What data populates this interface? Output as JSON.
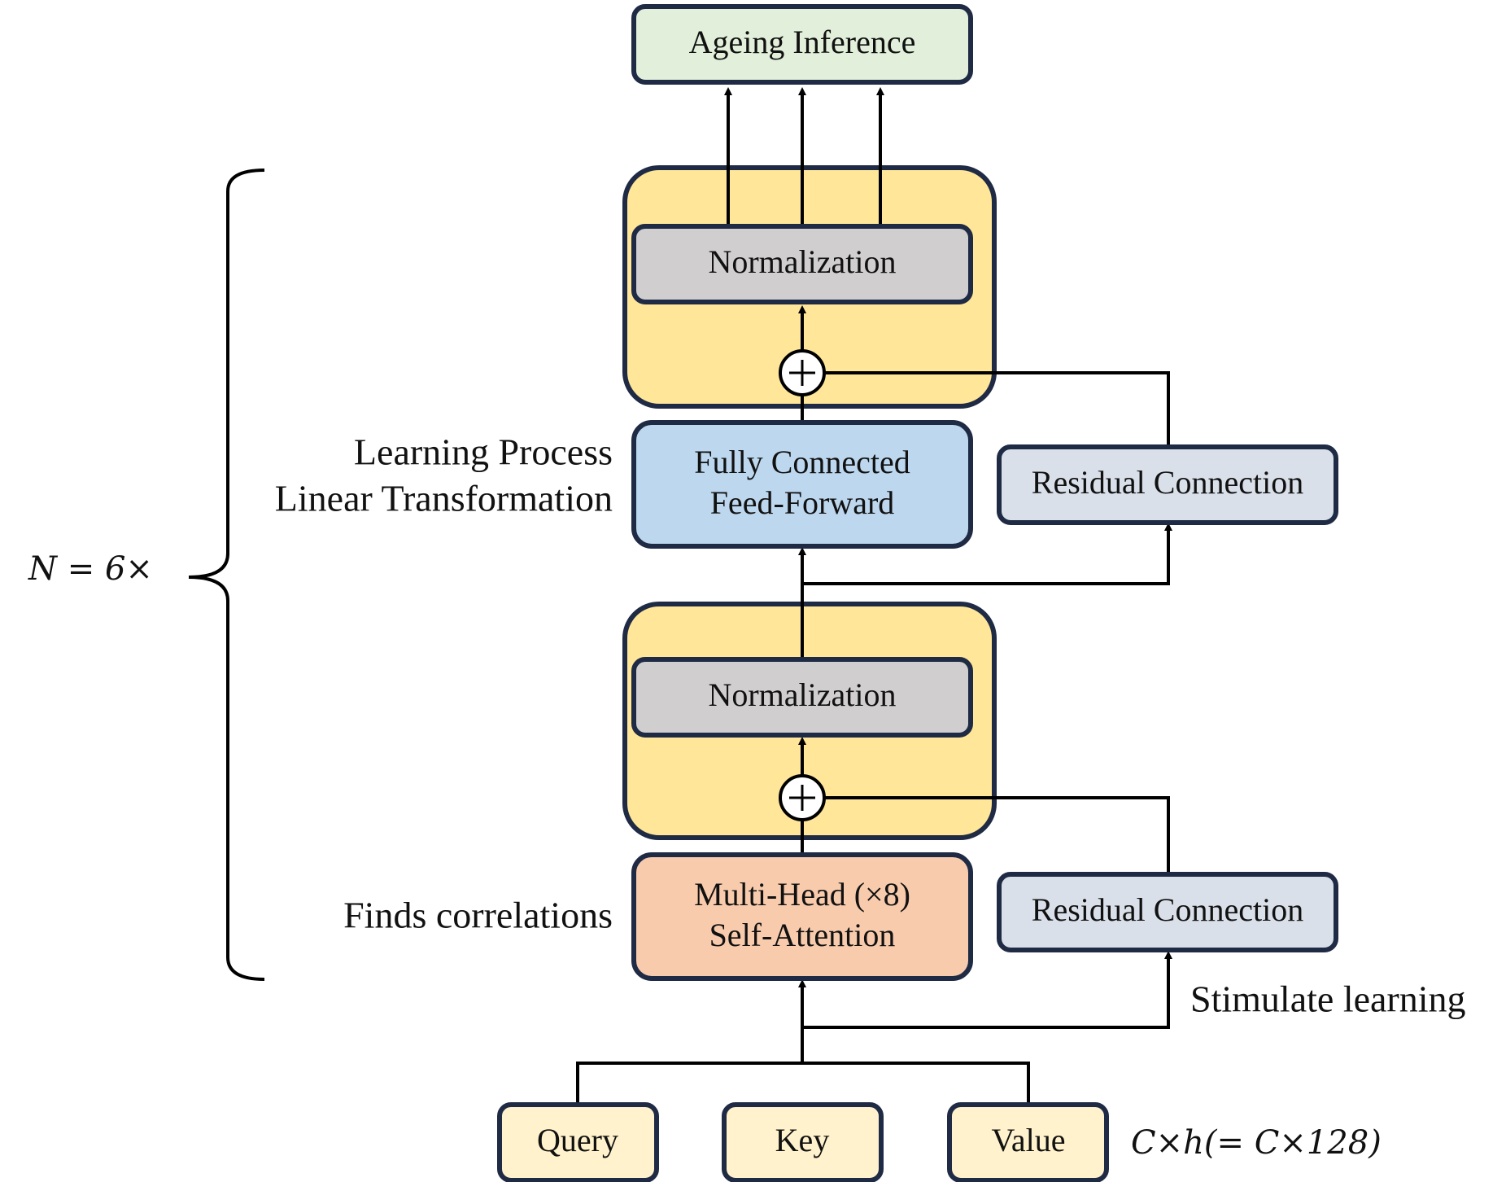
{
  "boxes": {
    "ageing_inference": "Ageing Inference",
    "normalization_top": "Normalization",
    "fully_connected_line1": "Fully Connected",
    "fully_connected_line2": "Feed-Forward",
    "residual_top": "Residual Connection",
    "normalization_bottom": "Normalization",
    "attention_line1": "Multi-Head (×8)",
    "attention_line2": "Self-Attention",
    "residual_bottom": "Residual Connection",
    "query": "Query",
    "key": "Key",
    "value": "Value"
  },
  "labels": {
    "learning_process": "Learning Process",
    "linear_transformation": "Linear Transformation",
    "finds_correlations": "Finds correlations",
    "stimulate_learning": "Stimulate learning",
    "n_repeat": "N = 6×",
    "dimension": "C×h(= C×128)"
  },
  "colors": {
    "ageing_inference": "#e2efda",
    "normalization": "#d0cece",
    "norm_container": "#ffe699",
    "fully_connected": "#bdd7ee",
    "residual": "#dae0ea",
    "attention": "#f8cbad",
    "qkv": "#fff2cc",
    "border": "#1f2a44"
  }
}
